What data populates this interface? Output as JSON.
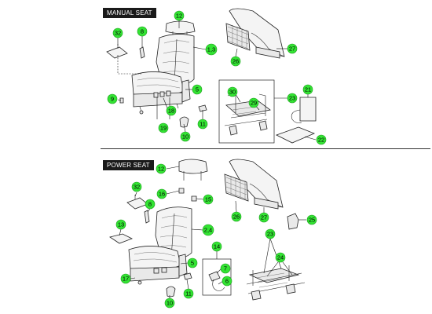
{
  "sections": {
    "manual": "MANUAL SEAT",
    "power": "POWER SEAT"
  },
  "callouts": {
    "m12": "12",
    "m32": "32",
    "m8": "8",
    "m13": "1,3",
    "m26": "26",
    "m27": "27",
    "m5": "5",
    "m9": "9",
    "m18": "18",
    "m19": "19",
    "m11": "11",
    "m10": "10",
    "m30": "30",
    "m29": "29",
    "m23": "23",
    "m21": "21",
    "m22": "22",
    "p12": "12",
    "p32": "32",
    "p16": "16",
    "p15": "15",
    "p8": "8",
    "p13": "13",
    "p24a": "2,4",
    "p26": "26",
    "p27": "27",
    "p25": "25",
    "p14": "14",
    "p7": "7",
    "p6": "6",
    "p5": "5",
    "p17": "17",
    "p10": "10",
    "p11": "11",
    "p23": "23",
    "p24": "24"
  },
  "colors": {
    "callout_fill": "#33e433",
    "title_bg": "#1a1a1a"
  }
}
